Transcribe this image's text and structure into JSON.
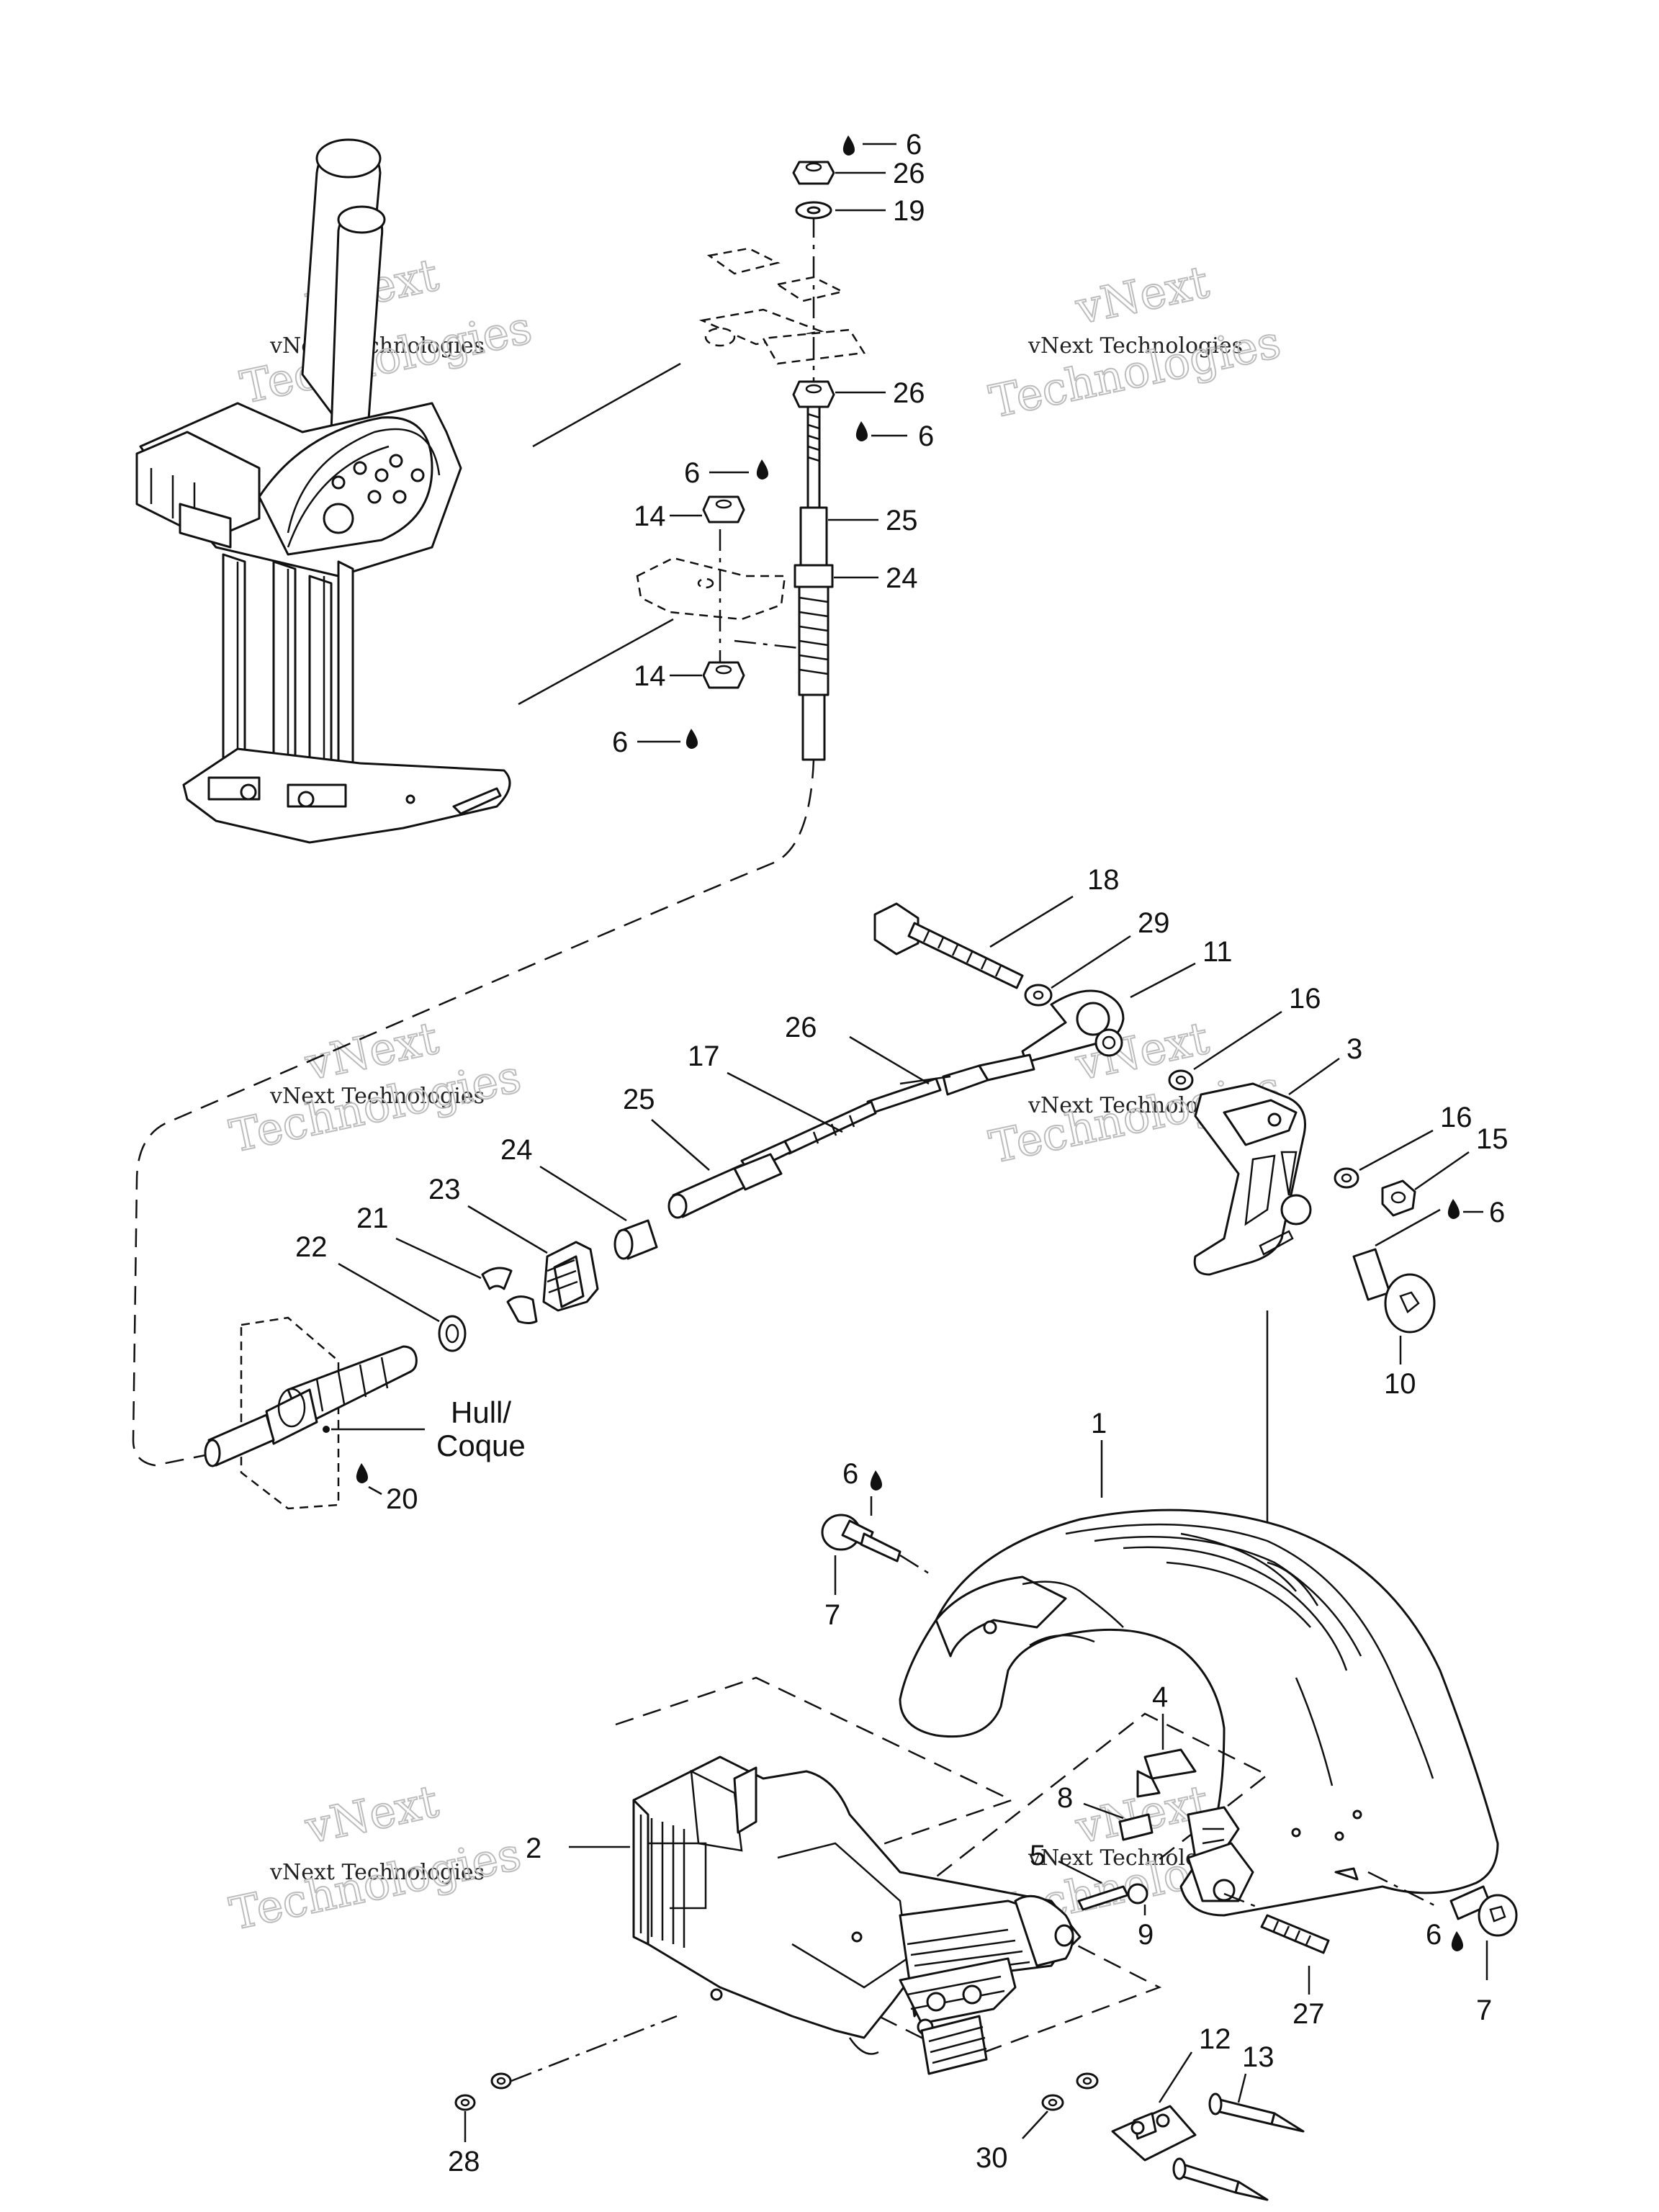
{
  "watermarks": [
    {
      "line1": "vNext",
      "line2": "vNext Technologies",
      "line3": "Technologies"
    },
    {
      "line1": "vNext",
      "line2": "vNext Technologies",
      "line3": "Technologies"
    },
    {
      "line1": "vNext",
      "line2": "vNext Technologies",
      "line3": "Technologies"
    },
    {
      "line1": "vNext",
      "line2": "vNext Technologies",
      "line3": "Technologies"
    },
    {
      "line1": "vNext",
      "line2": "vNext Technologies",
      "line3": "Technologies"
    },
    {
      "line1": "vNext",
      "line2": "vNext Technologies",
      "line3": "Technologies"
    }
  ],
  "hull_label": {
    "line1": "Hull/",
    "line2": "Coque"
  },
  "callouts": {
    "top_6a": "6",
    "top_26a": "26",
    "top_19": "19",
    "top_26b": "26",
    "top_6b": "6",
    "left_6a": "6",
    "left_14a": "14",
    "right_25a": "25",
    "right_24a": "24",
    "left_14b": "14",
    "left_6b": "6",
    "c18": "18",
    "c29": "29",
    "c11": "11",
    "c16a": "16",
    "c3": "3",
    "c16b": "16",
    "c15": "15",
    "c6_bolt": "6",
    "c10": "10",
    "c26_mid": "26",
    "c17": "17",
    "c25_mid": "25",
    "c24_mid": "24",
    "c23": "23",
    "c21": "21",
    "c22": "22",
    "c20": "20",
    "c1": "1",
    "c6_screw": "6",
    "c7_screw": "7",
    "c4": "4",
    "c8": "8",
    "c2": "2",
    "c5": "5",
    "c9": "9",
    "c27": "27",
    "c6_right": "6",
    "c7_right": "7",
    "c12": "12",
    "c13": "13",
    "c28": "28",
    "c30": "30"
  }
}
